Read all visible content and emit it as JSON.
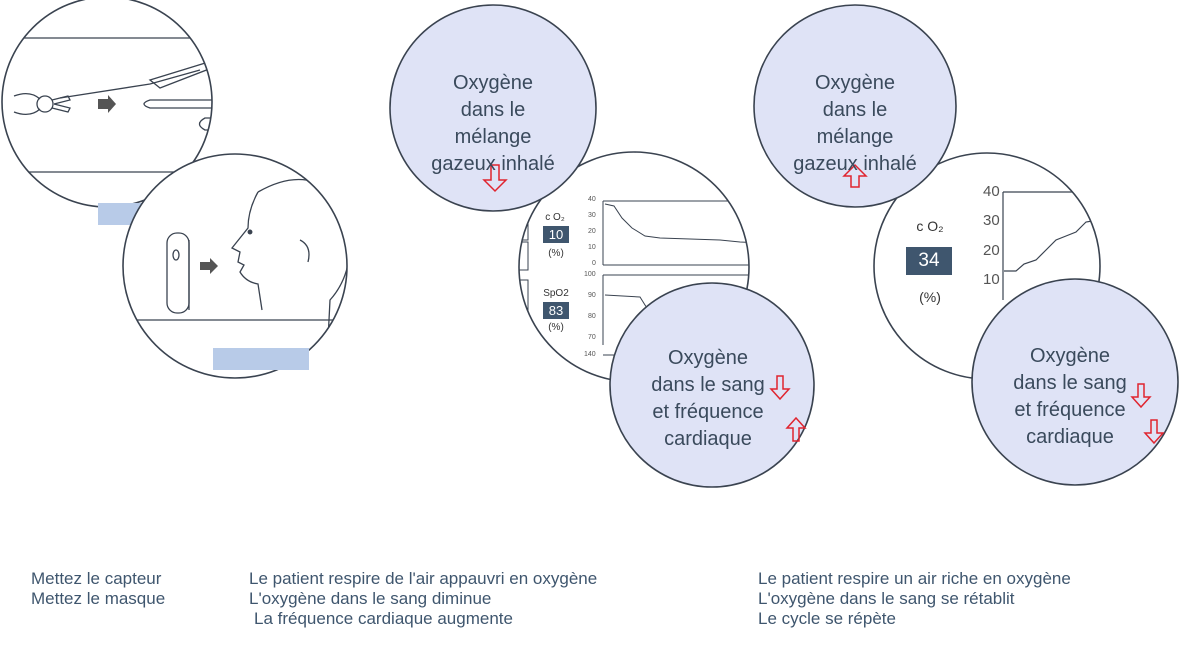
{
  "colors": {
    "bubble_fill": "#dfe3f6",
    "outline": "#3a4350",
    "arrow_red": "#e0242f",
    "value_box": "#3f566e",
    "caption_text": "#3f566e",
    "label_pad": "#b8cbe8"
  },
  "step1": {
    "captions": [
      "Mettez le capteur",
      "Mettez le masque"
    ],
    "icons": [
      "sensor-clip-icon",
      "finger-icon",
      "mask-icon",
      "head-profile-icon"
    ]
  },
  "step2": {
    "bubble_top": [
      "Oxygène",
      "dans le mélange",
      "gazeux inhalé"
    ],
    "bubble_bottom": [
      "Oxygène",
      "dans le sang",
      "et fréquence",
      "cardiaque"
    ],
    "monitor": {
      "co2_label": "c O₂",
      "co2_value": "10",
      "co2_unit": "(%)",
      "spo2_label": "SpO2",
      "spo2_value": "83",
      "spo2_unit": "(%)",
      "co2_ticks": [
        "40",
        "30",
        "20",
        "10",
        "0"
      ],
      "spo2_ticks": [
        "100",
        "90",
        "80",
        "70"
      ],
      "hr_tick": "140"
    },
    "captions": [
      "Le patient respire de l'air appauvri en oxygène",
      "L'oxygène dans le sang diminue",
      "La fréquence cardiaque augmente"
    ]
  },
  "step3": {
    "bubble_top": [
      "Oxygène",
      "dans le mélange",
      "gazeux inhalé"
    ],
    "bubble_bottom": [
      "Oxygène",
      "dans le sang",
      "et fréquence",
      "cardiaque"
    ],
    "monitor": {
      "co2_label": "c O₂",
      "co2_value": "34",
      "co2_unit": "(%)",
      "co2_ticks": [
        "40",
        "30",
        "20",
        "10"
      ]
    },
    "captions": [
      "Le patient respire un air riche en oxygène",
      "L'oxygène dans le sang se rétablit",
      "Le cycle se répète"
    ]
  }
}
